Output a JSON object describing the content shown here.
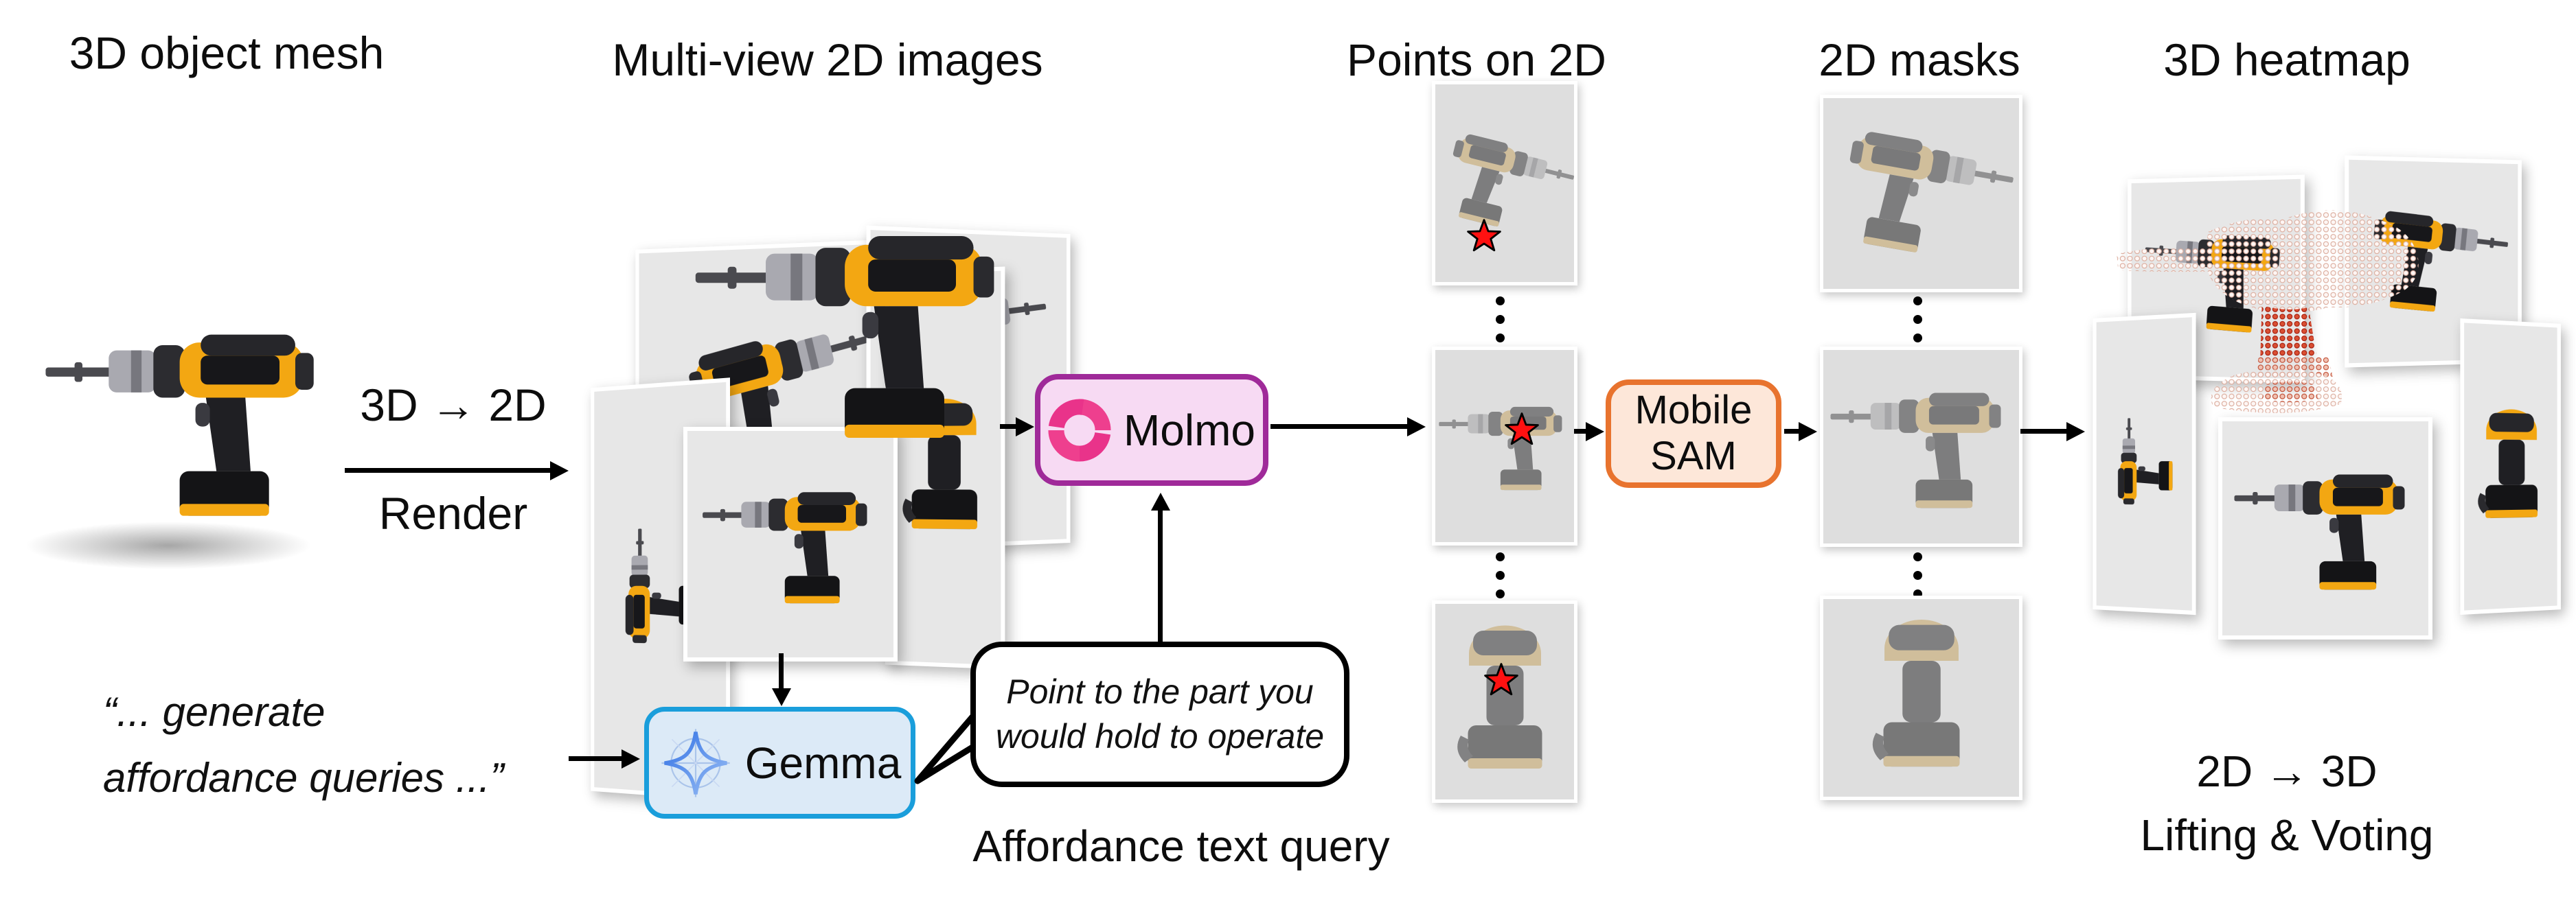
{
  "stage1": {
    "title": "3D object mesh"
  },
  "render_step": {
    "top": "3D → 2D",
    "bottom": "Render"
  },
  "stage2": {
    "title": "Multi-view 2D images"
  },
  "molmo": {
    "label": "Molmo"
  },
  "stage3": {
    "title": "Points on 2D"
  },
  "sam": {
    "label": "Mobile SAM"
  },
  "stage4": {
    "title": "2D masks"
  },
  "stage5": {
    "title": "3D heatmap",
    "caption_line1": "2D → 3D",
    "caption_line2": "Lifting & Voting"
  },
  "gemma": {
    "label": "Gemma"
  },
  "quote": {
    "line1": "“... generate",
    "line2": "affordance queries ...”"
  },
  "bubble": {
    "text": "Point to the part you would hold to operate"
  },
  "captions": {
    "affordance": "Affordance text query"
  },
  "colors": {
    "molmo_fill": "#f7daf3",
    "molmo_border": "#9f2a99",
    "molmo_pink": "#ee3f8e",
    "sam_fill": "#fde7d9",
    "sam_border": "#e8732e",
    "gemma_fill": "#dceaf7",
    "gemma_border": "#1a9edb",
    "gemma_blue": "#3e7de0",
    "star_red": "#ff1111",
    "mask_red": "#c01507",
    "panel_grey": "#e7e7e7",
    "heat_dot_pale": "#dcae9f",
    "heat_dot_red": "#a81d0c"
  }
}
